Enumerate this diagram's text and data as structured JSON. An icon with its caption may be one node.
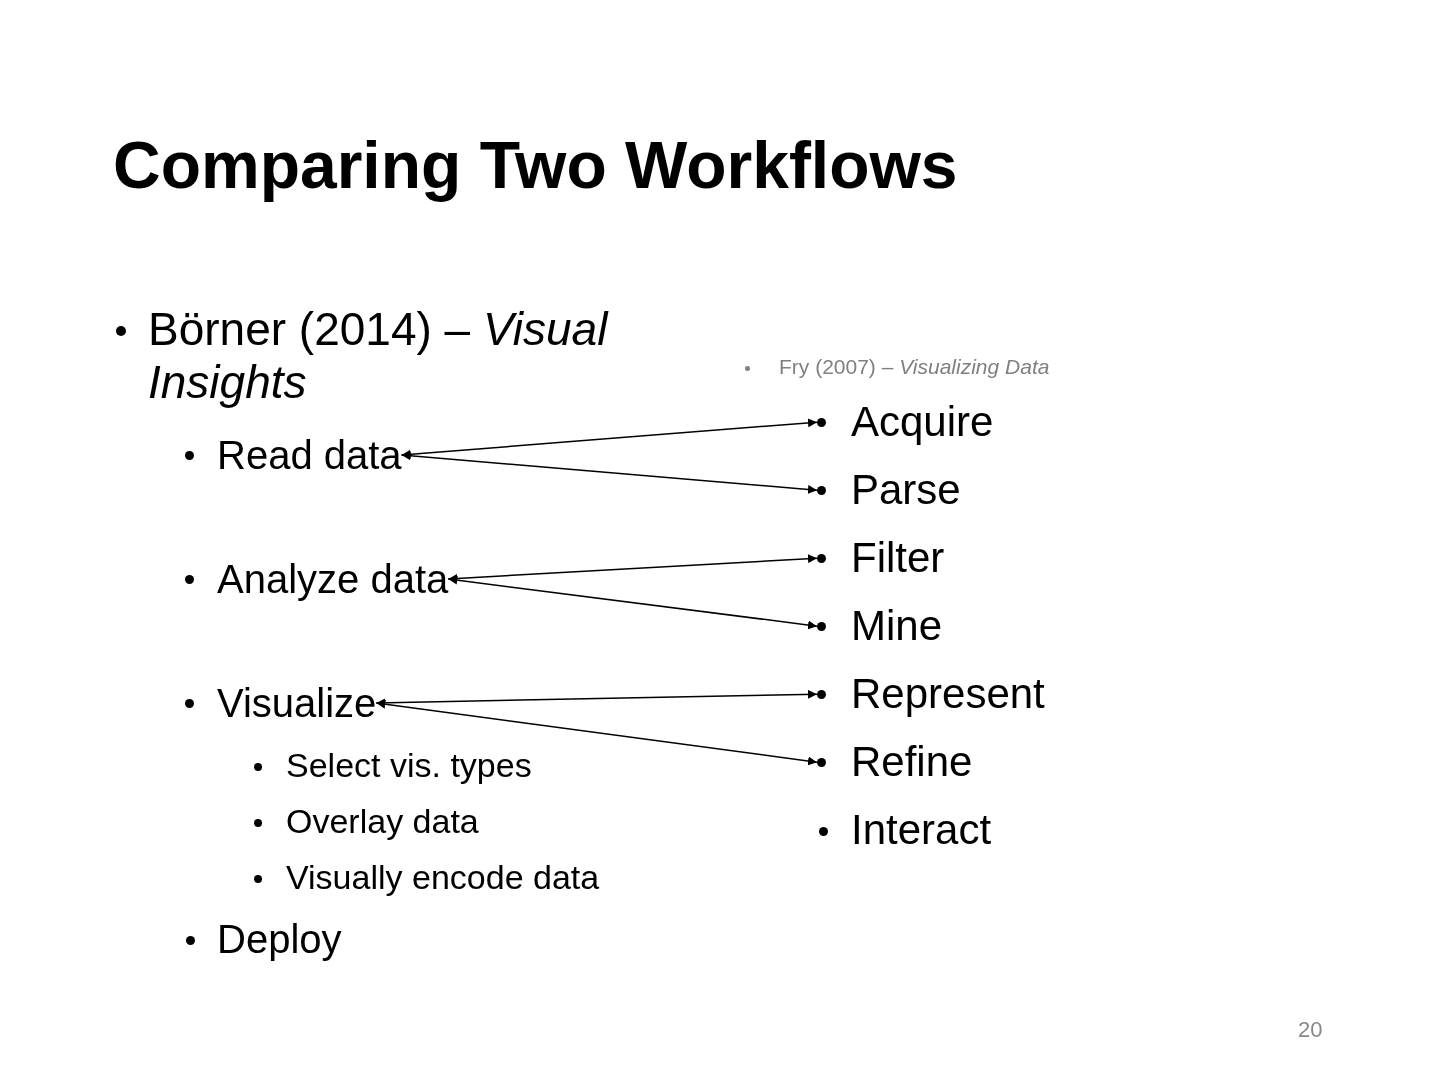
{
  "diagram": {
    "title": "Comparing Two Workflows",
    "nodes": [
      {
        "text": [
          "Read data"
        ]
      },
      {
        "text": [
          "Analyze data"
        ]
      },
      {
        "text": [
          "Visualize"
        ]
      },
      {
        "text": [
          "Acquire"
        ]
      },
      {
        "text": [
          "Parse"
        ]
      },
      {
        "text": [
          "Filter"
        ]
      },
      {
        "text": [
          "Mine"
        ]
      },
      {
        "text": [
          "Represent"
        ]
      },
      {
        "text": [
          "Refine"
        ]
      }
    ],
    "edges": [
      {
        "from": 0,
        "to": 3,
        "arrow": "both"
      },
      {
        "from": 0,
        "to": 4,
        "arrow": "both"
      },
      {
        "from": 1,
        "to": 5,
        "arrow": "both"
      },
      {
        "from": 1,
        "to": 6,
        "arrow": "both"
      },
      {
        "from": 2,
        "to": 7,
        "arrow": "both"
      },
      {
        "from": 2,
        "to": 8,
        "arrow": "both"
      }
    ],
    "labels": [
      "Börner (2014) – *Visual Insights*",
      "Select vis. types",
      "Overlay data",
      "Visually encode data",
      "Deploy",
      "Fry (2007) – *Visualizing Data*",
      "Interact",
      "20"
    ]
  }
}
